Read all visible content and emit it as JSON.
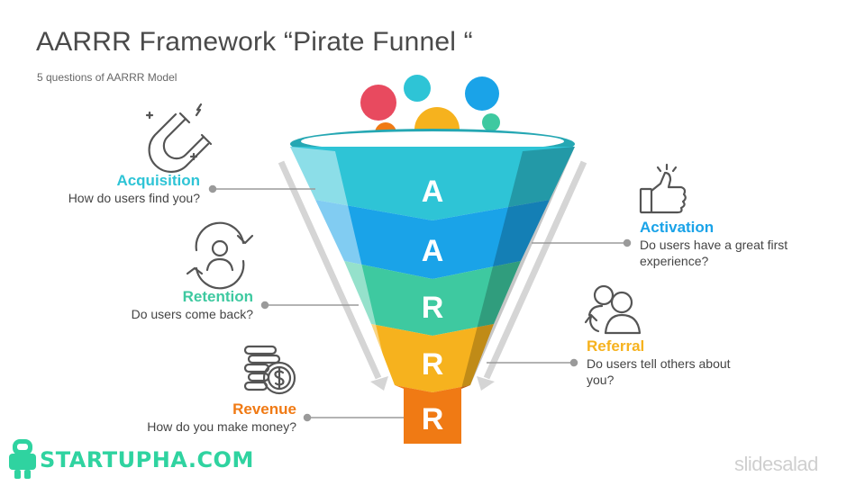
{
  "header": {
    "title": "AARRR Framework “Pirate Funnel “",
    "subtitle": "5 questions of AARRR Model"
  },
  "funnel": {
    "letters": [
      "A",
      "A",
      "R",
      "R",
      "R"
    ]
  },
  "stages": [
    {
      "name": "Acquisition",
      "question": "How do users find you?",
      "color": "#2ec4d6",
      "icon": "magnet-icon"
    },
    {
      "name": "Activation",
      "question": "Do users have a great first experience?",
      "color": "#1aa3e8",
      "icon": "thumbs-up-icon"
    },
    {
      "name": "Retention",
      "question": "Do users come back?",
      "color": "#3ec9a0",
      "icon": "user-cycle-icon"
    },
    {
      "name": "Referral",
      "question": "Do users tell others about you?",
      "color": "#f6b21e",
      "icon": "users-refer-icon"
    },
    {
      "name": "Revenue",
      "question": "How do you make money?",
      "color": "#f07a14",
      "icon": "coins-dollar-icon"
    }
  ],
  "colors": {
    "bubble_red": "#e84a5f",
    "bubble_cyan": "#2ec4d6",
    "bubble_blue": "#1aa3e8",
    "bubble_orange": "#f07a14",
    "bubble_yellow": "#f6b21e",
    "bubble_green": "#3ec9a0",
    "connector": "#9a9a9a",
    "brand": "#2fd3a0"
  },
  "footer": {
    "brand": "STARTUPHA.COM",
    "watermark": "slidesalad"
  }
}
